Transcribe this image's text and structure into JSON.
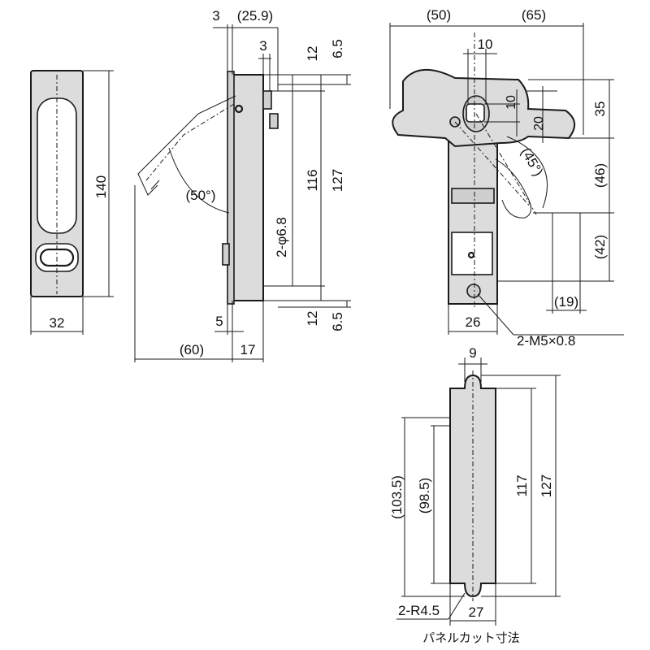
{
  "front_view": {
    "height": "140",
    "width": "32"
  },
  "side_view": {
    "top_offset": "3",
    "top_overall": "(25.9)",
    "small_step": "3",
    "top_gap_a": "12",
    "top_gap_b": "6.5",
    "hole_spec": "2-φ6.8",
    "hole_pitch": "116",
    "overall_height": "127",
    "bottom_gap_a": "12",
    "bottom_gap_b": "6.5",
    "panel_thick": "5",
    "open_reach": "(60)",
    "body_depth": "17",
    "open_angle": "(50°)"
  },
  "top_view": {
    "left_span": "(50)",
    "right_span": "(65)",
    "key_width": "10",
    "key_height": "10",
    "head_height": "35",
    "key_offset": "20",
    "turn_angle": "(45°)",
    "mid_length": "(46)",
    "low_length": "(42)",
    "tip_width": "(19)",
    "base_width": "26",
    "screw_spec": "2-M5×0.8"
  },
  "panel_cut": {
    "tab_width": "9",
    "outer_span": "(103.5)",
    "inner_span": "(98.5)",
    "cut_height": "117",
    "total_height": "127",
    "radius_spec": "2-R4.5",
    "cut_width": "27",
    "caption": "パネルカット寸法"
  }
}
